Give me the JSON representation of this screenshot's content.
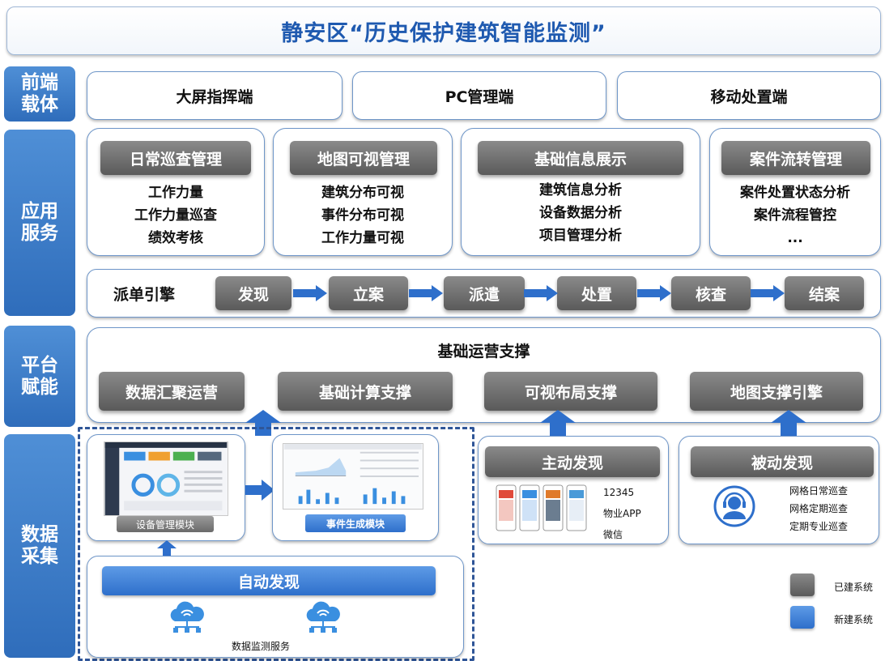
{
  "title": "静安区“历史保护建筑智能监测”",
  "sections": {
    "front": "前端\n载体",
    "app": "应用\n服务",
    "platform": "平台\n赋能",
    "data": "数据\n采集"
  },
  "front_items": [
    "大屏指挥端",
    "PC管理端",
    "移动处置端"
  ],
  "app_modules": [
    {
      "title": "日常巡查管理",
      "items": [
        "工作力量",
        "工作力量巡查",
        "绩效考核"
      ]
    },
    {
      "title": "地图可视管理",
      "items": [
        "建筑分布可视",
        "事件分布可视",
        "工作力量可视"
      ]
    },
    {
      "title": "基础信息展示",
      "items": [
        "建筑信息分析",
        "设备数据分析",
        "项目管理分析"
      ]
    },
    {
      "title": "案件流转管理",
      "items": [
        "案件处置状态分析",
        "案件流程管控",
        "..."
      ]
    }
  ],
  "dispatch": {
    "label": "派单引擎",
    "steps": [
      "发现",
      "立案",
      "派遣",
      "处置",
      "核查",
      "结案"
    ]
  },
  "platform": {
    "title": "基础运营支撑",
    "items": [
      "数据汇聚运营",
      "基础计算支撑",
      "可视布局支撑",
      "地图支撑引擎"
    ]
  },
  "data_collection": {
    "device_module": "设备管理模块",
    "event_module": "事件生成模块",
    "auto_discovery": "自动发现",
    "data_service": "数据监测服务",
    "active": {
      "title": "主动发现",
      "items": [
        "12345",
        "物业APP",
        "微信"
      ]
    },
    "passive": {
      "title": "被动发现",
      "items": [
        "网格日常巡查",
        "网格定期巡查",
        "定期专业巡查"
      ]
    }
  },
  "legend": {
    "built": "已建系统",
    "new": "新建系统"
  },
  "colors": {
    "title_text": "#1f5ab0",
    "section_blue": "#2f6dbb",
    "border_blue": "#6e96c9",
    "gray_button": "#6b6b6b",
    "new_blue": "#2e6fcb"
  }
}
